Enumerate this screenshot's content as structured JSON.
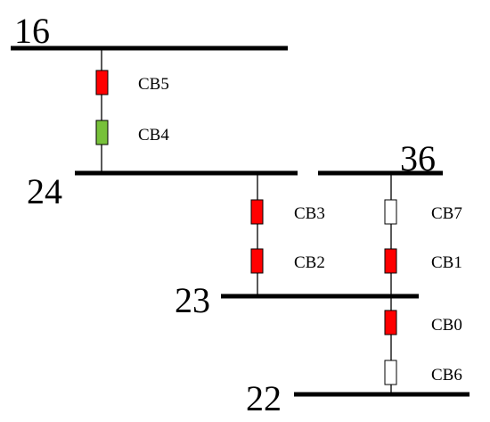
{
  "buses": [
    {
      "id": "bus-16",
      "label": "16"
    },
    {
      "id": "bus-24",
      "label": "24"
    },
    {
      "id": "bus-36",
      "label": "36"
    },
    {
      "id": "bus-23",
      "label": "23"
    },
    {
      "id": "bus-22",
      "label": "22"
    }
  ],
  "breakers": [
    {
      "id": "cb5",
      "label": "CB5",
      "status": "closed",
      "color": "#ff0000"
    },
    {
      "id": "cb4",
      "label": "CB4",
      "status": "green",
      "color": "#77c13a"
    },
    {
      "id": "cb3",
      "label": "CB3",
      "status": "closed",
      "color": "#ff0000"
    },
    {
      "id": "cb2",
      "label": "CB2",
      "status": "closed",
      "color": "#ff0000"
    },
    {
      "id": "cb7",
      "label": "CB7",
      "status": "open",
      "color": "#ffffff"
    },
    {
      "id": "cb1",
      "label": "CB1",
      "status": "closed",
      "color": "#ff0000"
    },
    {
      "id": "cb0",
      "label": "CB0",
      "status": "closed",
      "color": "#ff0000"
    },
    {
      "id": "cb6",
      "label": "CB6",
      "status": "open",
      "color": "#ffffff"
    }
  ],
  "colors": {
    "closed": "#ff0000",
    "green": "#77c13a",
    "open": "#ffffff",
    "line": "#000000"
  }
}
